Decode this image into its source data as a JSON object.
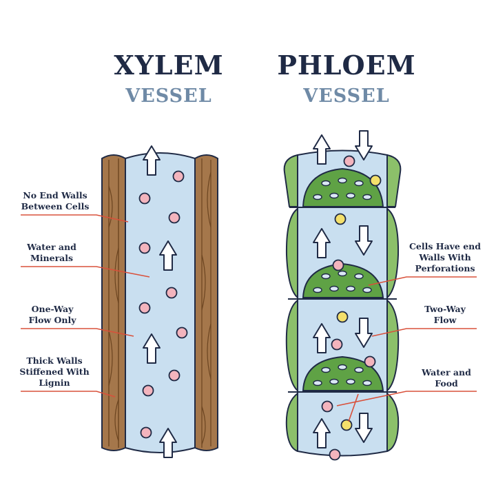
{
  "xylem": {
    "title": "XYLEM",
    "subtitle": "VESSEL",
    "labels": {
      "no_end_walls": "No End Walls Between Cells",
      "water_minerals": "Water and Minerals",
      "one_way": "One-Way Flow Only",
      "thick_walls": "Thick Walls Stiffened With Lignin"
    }
  },
  "phloem": {
    "title": "PHLOEM",
    "subtitle": "VESSEL",
    "labels": {
      "end_walls": "Cells Have end Walls With Perforations",
      "two_way": "Two-Way Flow",
      "water_food": "Water and Food"
    }
  },
  "colors": {
    "title": "#1f2a45",
    "subtitle": "#6f8aa6",
    "vessel_fill": "#c9dff0",
    "wood": "#a5774b",
    "wood_dark": "#6b4420",
    "green": "#8cc06a",
    "green_dark": "#4d8a3c",
    "pink": "#f3b4bd",
    "yellow": "#f4e06b",
    "leader": "#d9503a"
  }
}
